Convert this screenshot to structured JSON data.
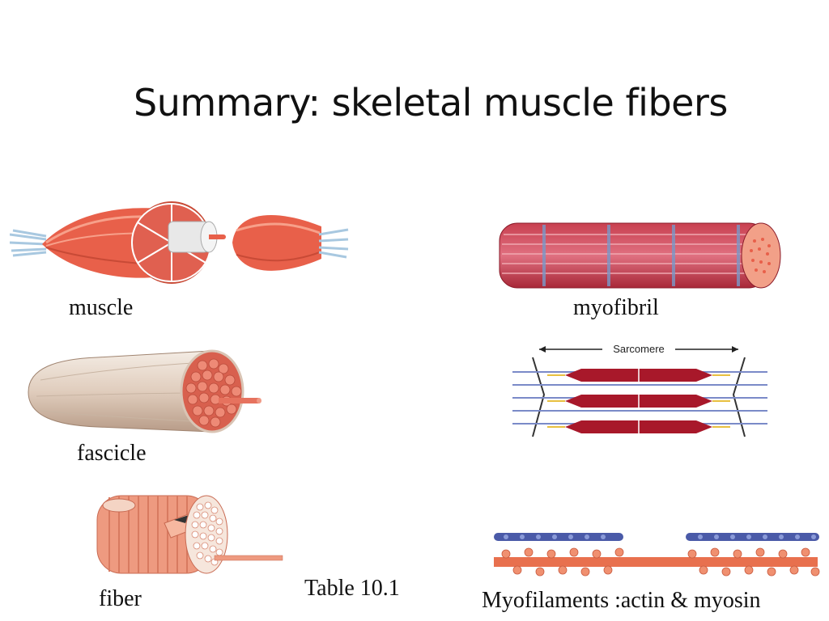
{
  "slide": {
    "title": "Summary: skeletal muscle fibers",
    "labels": {
      "muscle": "muscle",
      "fascicle": "fascicle",
      "fiber": "fiber",
      "myofibril": "myofibril",
      "myofilaments": "Myofilaments :actin & myosin",
      "table_ref": "Table 10.1"
    },
    "sarcomere_label": "Sarcomere"
  },
  "colors": {
    "muscle_red": "#e8604a",
    "fascicle_beige": "#e6d6c8",
    "fiber_salmon": "#ee9a80",
    "myosin_crimson": "#a8182a",
    "actin_blue": "#4a5aa8",
    "tendon_blue": "#a8c8e0"
  }
}
